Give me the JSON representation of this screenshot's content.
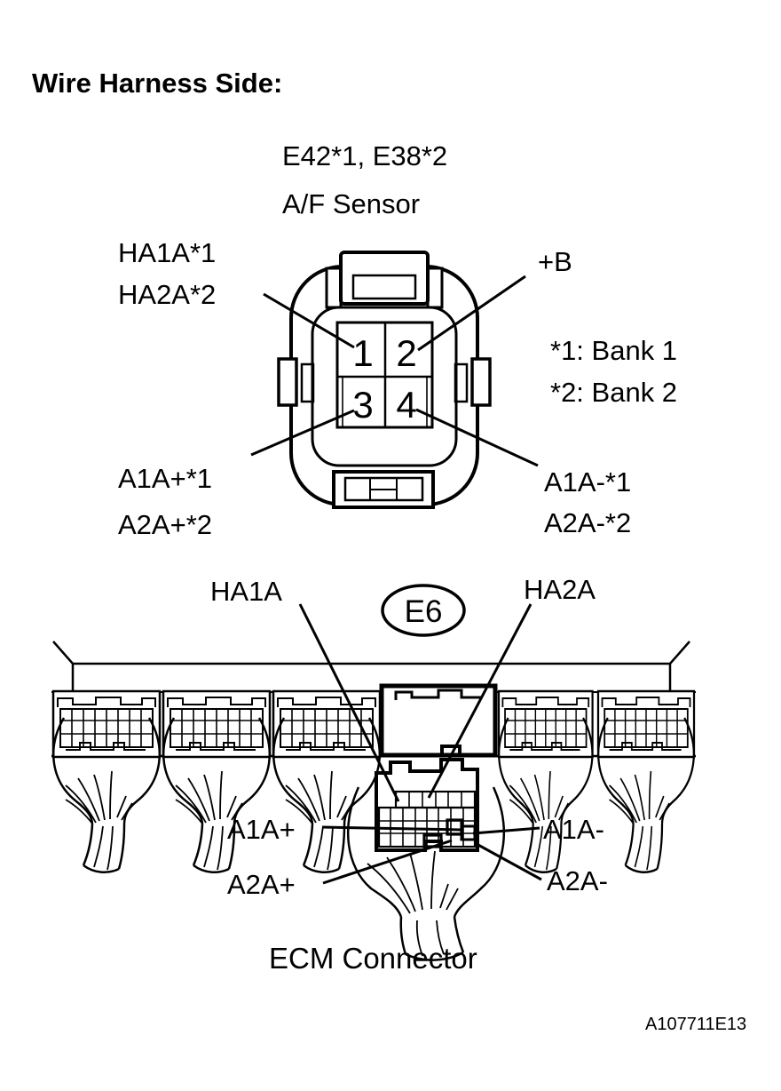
{
  "page": {
    "background": "#ffffff",
    "line_color": "#000000"
  },
  "title": "Wire Harness Side:",
  "sensor_figure": {
    "header_line1": "E42*1, E38*2",
    "header_line2": "A/F Sensor",
    "pins": [
      "1",
      "2",
      "3",
      "4"
    ],
    "labels": {
      "pin1": [
        "HA1A*1",
        "HA2A*2"
      ],
      "pin2": "+B",
      "pin3": [
        "A1A+*1",
        "A2A+*2"
      ],
      "pin4": [
        "A1A-*1",
        "A2A-*2"
      ]
    },
    "notes": [
      "*1: Bank 1",
      "*2: Bank 2"
    ]
  },
  "ecm_figure": {
    "connector_id": "E6",
    "top_labels": {
      "left": "HA1A",
      "right": "HA2A"
    },
    "pin_labels": {
      "a1a_plus": "A1A+",
      "a1a_minus": "A1A-",
      "a2a_plus": "A2A+",
      "a2a_minus": "A2A-"
    },
    "caption": "ECM Connector"
  },
  "figure_id": "A107711E13"
}
